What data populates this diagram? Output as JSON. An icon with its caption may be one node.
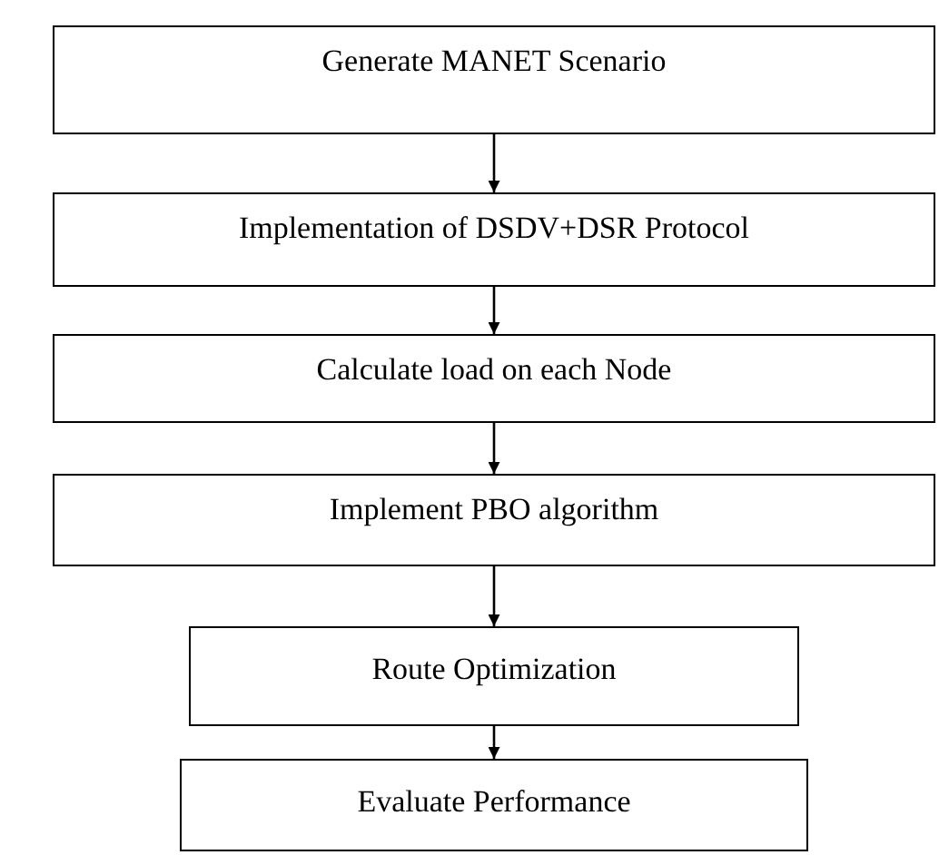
{
  "diagram": {
    "nodes": [
      {
        "text": [
          "Generate MANET Scenario"
        ]
      },
      {
        "text": [
          "Implementation of DSDV+DSR Protocol"
        ]
      },
      {
        "text": [
          "Calculate load on each Node"
        ]
      },
      {
        "text": [
          "Implement PBO algorithm"
        ]
      },
      {
        "text": [
          "Route Optimization"
        ]
      },
      {
        "text": [
          "Evaluate Performance"
        ]
      }
    ],
    "edges": [
      {
        "from": 0,
        "to": 1,
        "arrow": "to"
      },
      {
        "from": 1,
        "to": 2,
        "arrow": "to"
      },
      {
        "from": 2,
        "to": 3,
        "arrow": "to"
      },
      {
        "from": 3,
        "to": 4,
        "arrow": "to"
      },
      {
        "from": 4,
        "to": 5,
        "arrow": "to"
      }
    ]
  }
}
